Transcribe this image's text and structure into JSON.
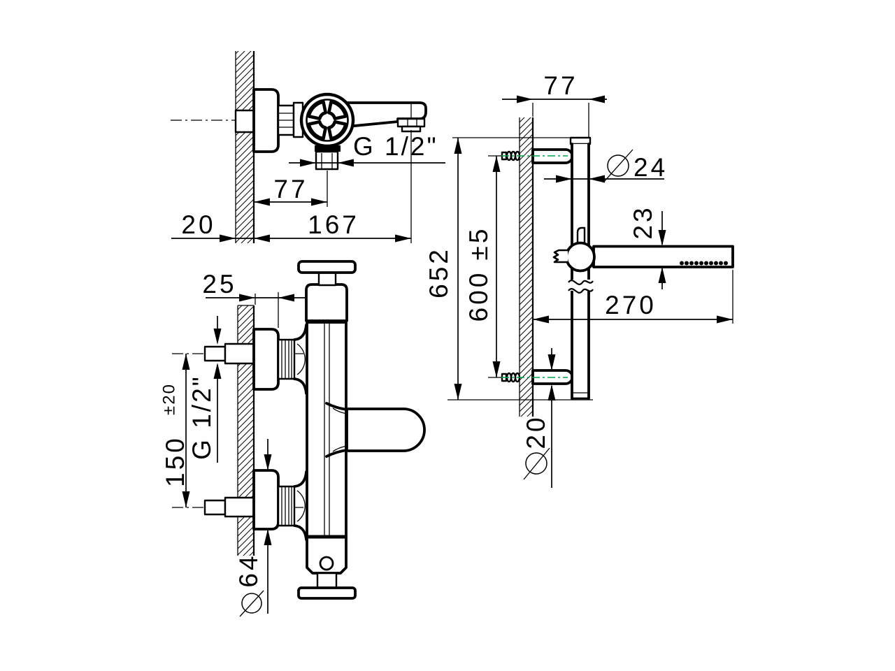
{
  "drawing": {
    "type": "technical-dimension-drawing",
    "subject": "wall-mounted thermostatic bath-shower mixer with sliding rail kit",
    "background_color": "#ffffff",
    "line_color": "#000000",
    "screw_axis_color": "#00a04a",
    "diameter_symbol": "Ø",
    "top_view": {
      "outlet_thread": "G 1/2\"",
      "handle_offset": "77",
      "spout_reach": "167",
      "wall_thickness": "20"
    },
    "side_view": {
      "escutcheon_depth": "25",
      "inlet_thread": "G 1/2\"",
      "inlet_spacing": "150",
      "inlet_spacing_tolerance": "±20",
      "escutcheon_diameter": "64"
    },
    "rail_view": {
      "wall_offset": "77",
      "rail_diameter": "24",
      "handshower_diameter": "23",
      "handshower_reach": "270",
      "overall_height": "652",
      "bracket_spacing": "600 ±5",
      "bracket_diameter": "20"
    }
  }
}
